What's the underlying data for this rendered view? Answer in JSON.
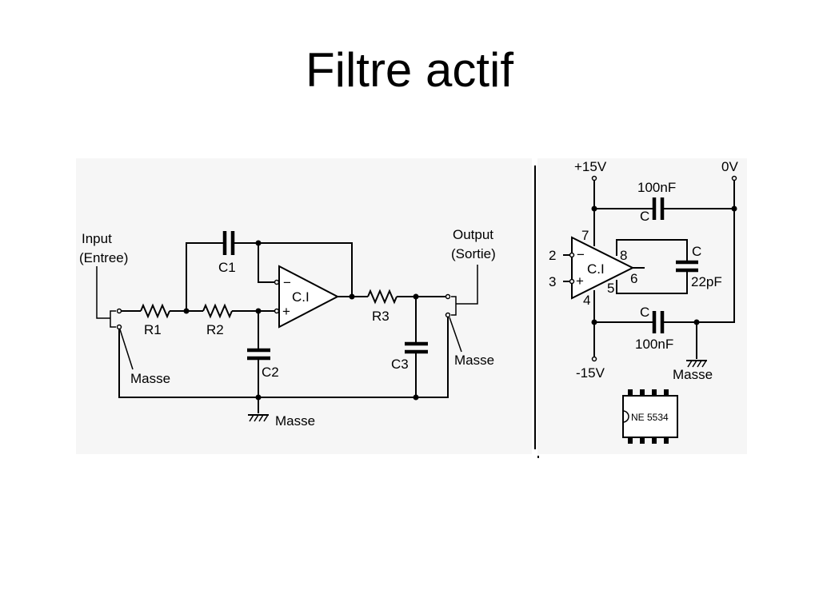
{
  "title": "Filtre actif",
  "main_circuit": {
    "input_label_1": "Input",
    "input_label_2": "(Entree)",
    "output_label_1": "Output",
    "output_label_2": "(Sortie)",
    "masse_input": "Masse",
    "masse_output": "Masse",
    "masse_bottom": "Masse",
    "r1": "R1",
    "r2": "R2",
    "r3": "R3",
    "c1": "C1",
    "c2": "C2",
    "c3": "C3",
    "opamp_label": "C.I",
    "opamp_minus": "−",
    "opamp_plus": "+"
  },
  "power_circuit": {
    "vpos": "+15V",
    "vneg": "-15V",
    "zero": "0V",
    "cap_top_value": "100nF",
    "cap_top_label": "C",
    "cap_bottom_value": "100nF",
    "cap_bottom_label": "C",
    "cap_comp_label": "C",
    "cap_comp_value": "22pF",
    "opamp_label": "C.I",
    "pin2": "2",
    "pin3": "3",
    "pin4": "4",
    "pin5": "5",
    "pin6": "6",
    "pin7": "7",
    "pin8": "8",
    "minus": "−",
    "plus": "+",
    "masse": "Masse",
    "chip_name": "NE 5534"
  }
}
